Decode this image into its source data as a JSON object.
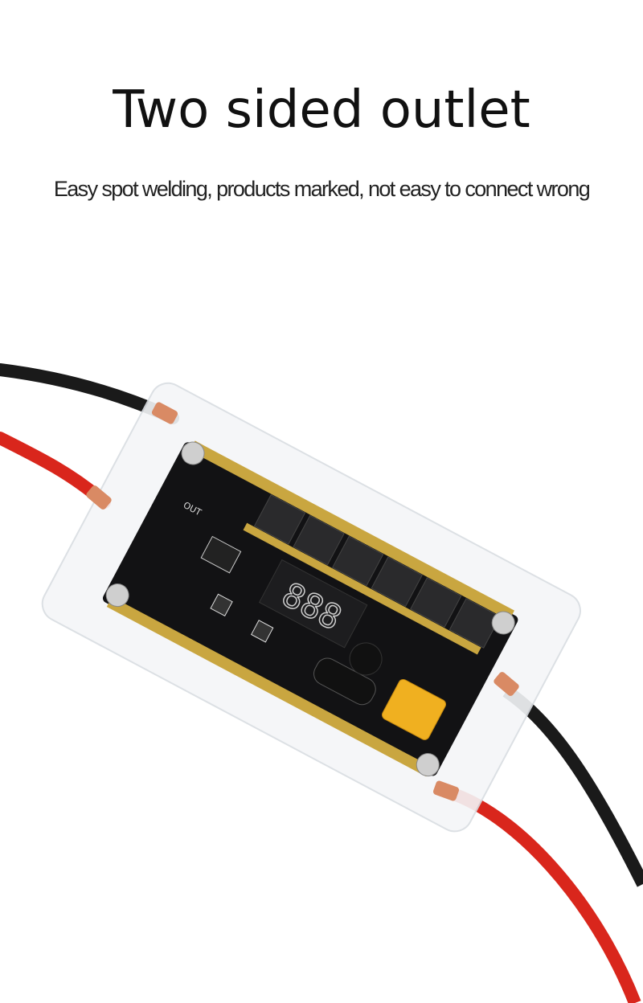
{
  "header": {
    "title": "Two sided outlet",
    "subtitle": "Easy spot welding, products marked, not easy to connect wrong"
  },
  "product": {
    "display_readout": "888",
    "board_label": "OUT",
    "colors": {
      "pcb": "#121214",
      "gold_bar": "#c9a640",
      "red_cable": "#d9261c",
      "black_cable": "#1a1a1a",
      "connector": "#f0b020",
      "copper_lug": "#d98a64"
    }
  }
}
